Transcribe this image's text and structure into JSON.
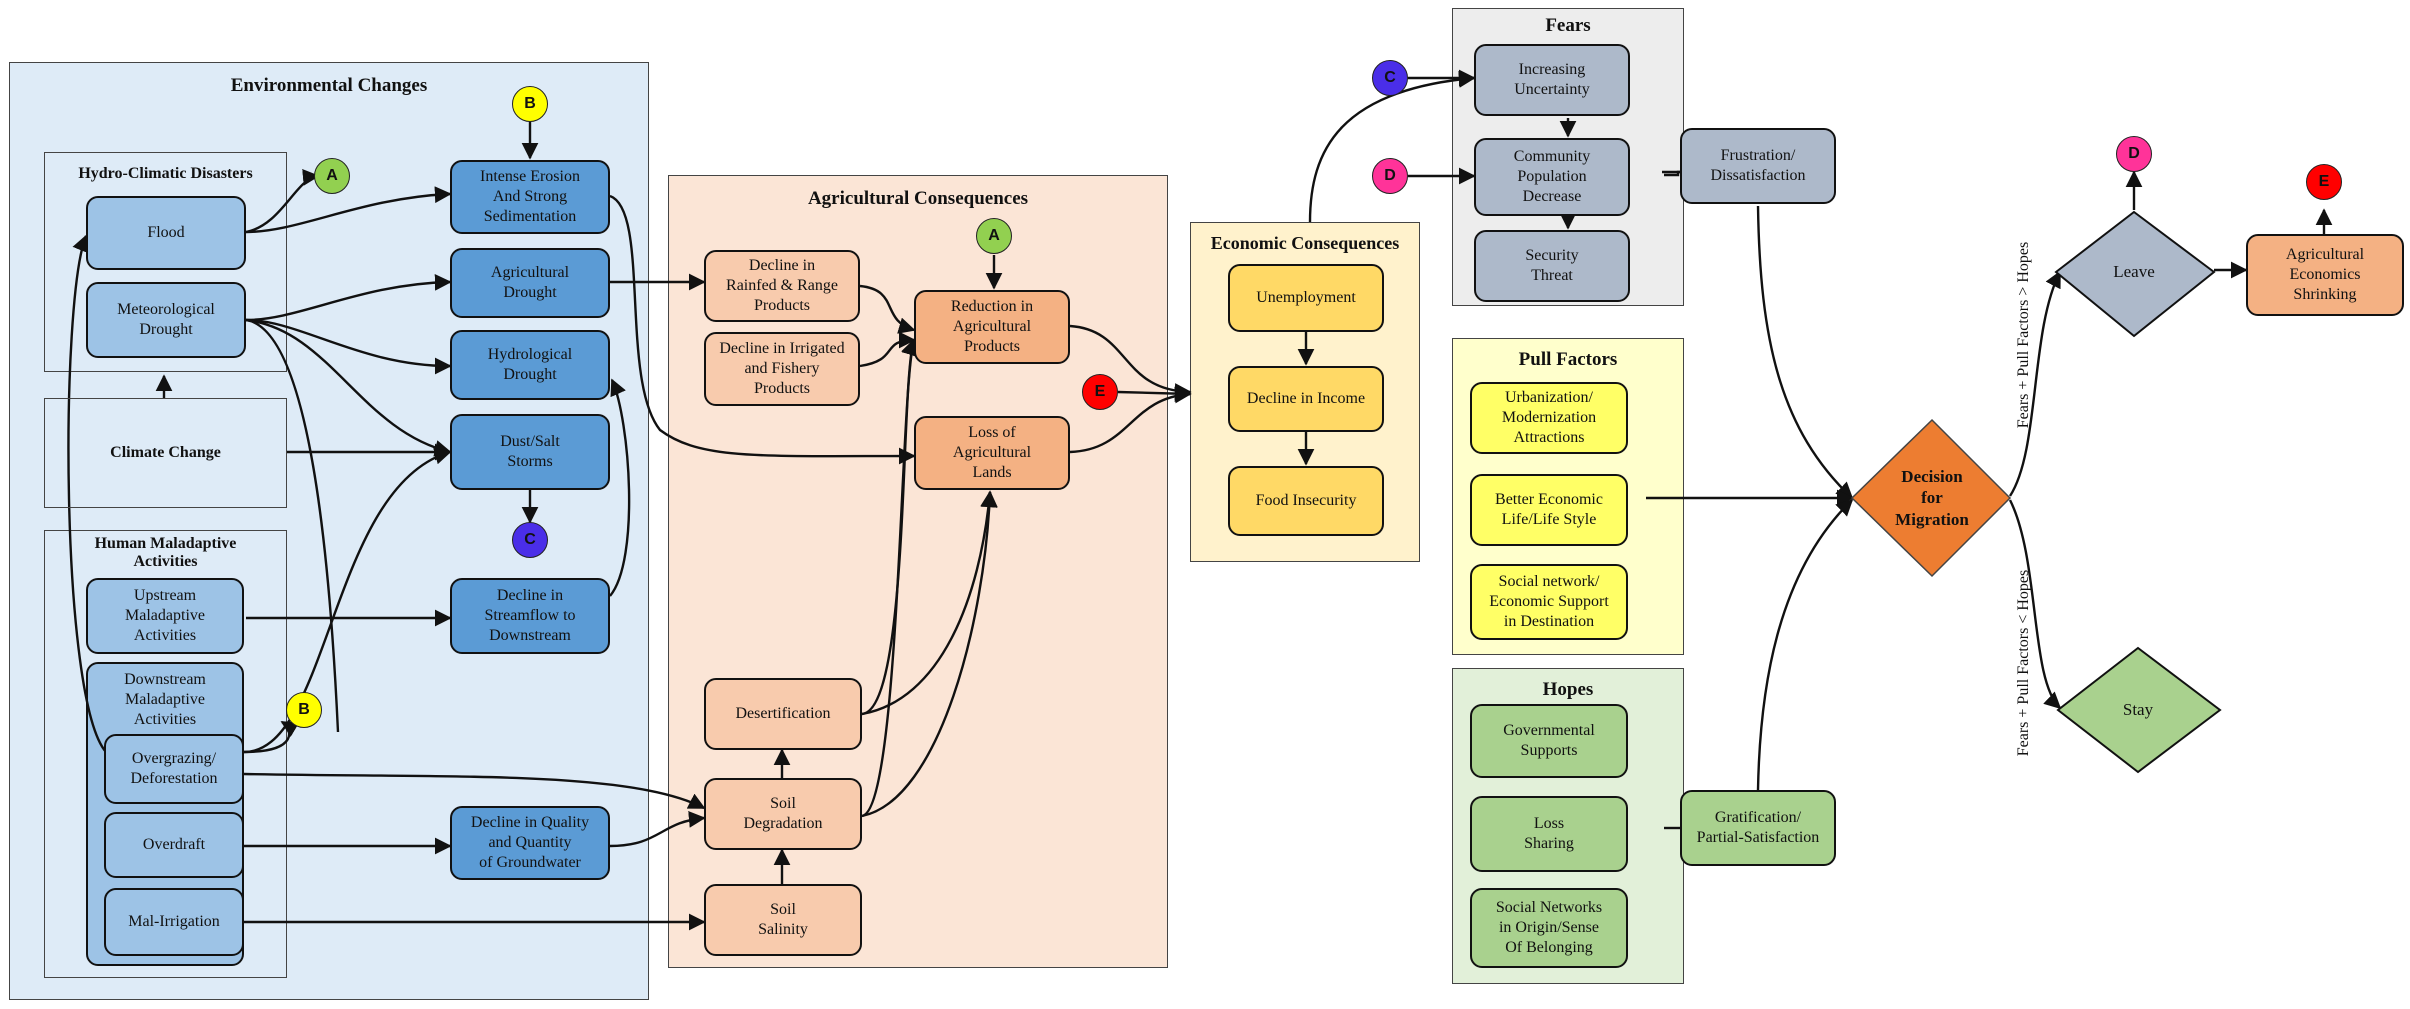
{
  "panels": {
    "env": "Environmental Changes",
    "hydro": "Hydro-Climatic Disasters",
    "human": "Human Maladaptive\nActivities",
    "downstream": "Downstream\nMaladaptive\nActivities",
    "agri": "Agricultural Consequences",
    "econ": "Economic Consequences",
    "fears": "Fears",
    "pull": "Pull Factors",
    "hopes": "Hopes"
  },
  "boxes": {
    "flood": "Flood",
    "met_drought": "Meteorological\nDrought",
    "climate_change": "Climate Change",
    "upstream": "Upstream\nMaladaptive\nActivities",
    "overgrazing": "Overgrazing/\nDeforestation",
    "overdraft": "Overdraft",
    "malirrigation": "Mal-Irrigation",
    "erosion": "Intense Erosion\nAnd Strong\nSedimentation",
    "agri_drought": "Agricultural\nDrought",
    "hydro_drought": "Hydrological\nDrought",
    "dust": "Dust/Salt\nStorms",
    "streamflow": "Decline in\nStreamflow to\nDownstream",
    "groundwater": "Decline in Quality\nand Quantity\nof Groundwater",
    "rainfed": "Decline in\nRainfed & Range\nProducts",
    "irrigated": "Decline in Irrigated\nand Fishery\nProducts",
    "reduction": "Reduction in\nAgricultural\nProducts",
    "loss_lands": "Loss of\nAgricultural\nLands",
    "desertification": "Desertification",
    "soil_degradation": "Soil\nDegradation",
    "soil_salinity": "Soil\nSalinity",
    "unemployment": "Unemployment",
    "income": "Decline in Income",
    "food": "Food Insecurity",
    "uncertainty": "Increasing\nUncertainty",
    "population": "Community\nPopulation\nDecrease",
    "security": "Security\nThreat",
    "frustration": "Frustration/\nDissatisfaction",
    "urbanization": "Urbanization/\nModernization\nAttractions",
    "better_life": "Better Economic\nLife/Life Style",
    "social_dest": "Social network/\nEconomic Support\nin Destination",
    "gov_support": "Governmental\nSupports",
    "loss_sharing": "Loss\nSharing",
    "social_origin": "Social Networks\nin Origin/Sense\nOf Belonging",
    "gratification": "Gratification/\nPartial-Satisfaction",
    "agri_shrinking": "Agricultural\nEconomics\nShrinking"
  },
  "diamonds": {
    "decision": "Decision\nfor\nMigration",
    "leave": "Leave",
    "stay": "Stay"
  },
  "edge_labels": {
    "leave_condition": "Fears + Pull Factors > Hopes",
    "stay_condition": "Fears + Pull Factors < Hopes"
  },
  "connectors": {
    "A": "A",
    "B": "B",
    "C": "C",
    "D": "D",
    "E": "E"
  },
  "colors": {
    "env_panel": "#deebf7",
    "light_blue": "#9dc3e6",
    "mid_blue": "#5b9bd5",
    "agri_panel": "#fbe5d6",
    "peach": "#f8cbad",
    "orange": "#f4b183",
    "econ_panel": "#fff2cc",
    "yellow": "#ffd966",
    "pull_panel": "#ffffcc",
    "bright_yellow": "#ffff66",
    "fears_panel": "#ededed",
    "gray_blue": "#adb9ca",
    "hopes_panel": "#e2f0d9",
    "green": "#a9d18e",
    "decision": "#ed7d31",
    "conn_A": "#92d050",
    "conn_B": "#ffff00",
    "conn_C": "#4a2ee8",
    "conn_D": "#ff3399",
    "conn_E": "#ff0000"
  }
}
